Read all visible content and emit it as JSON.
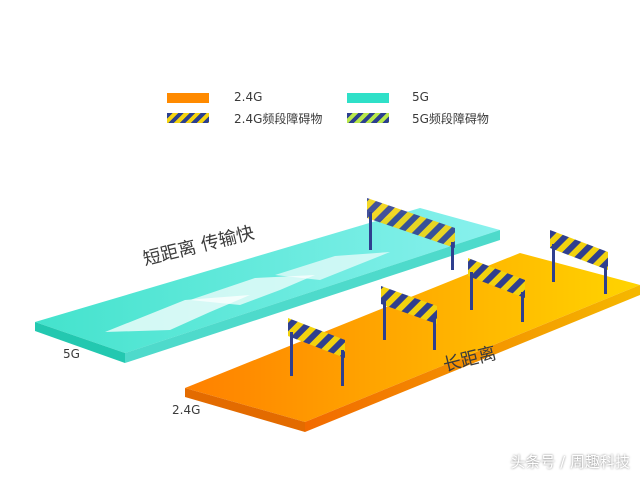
{
  "legend": {
    "items": [
      {
        "label": "2.4G",
        "color": "#ff8a00",
        "kind": "solid"
      },
      {
        "label": "5G",
        "color": "#2fe0c8",
        "kind": "solid"
      },
      {
        "label": "2.4G频段障碍物",
        "kind": "stripe-blue-yellow"
      },
      {
        "label": "5G频段障碍物",
        "kind": "stripe-blue-green"
      }
    ]
  },
  "lanes": {
    "fiveg": {
      "label": "5G",
      "caption": "短距离  传输快",
      "color": "#3fe0d0"
    },
    "twofourg": {
      "label": "2.4G",
      "caption": "长距离",
      "color": "#ffa500"
    }
  },
  "watermark": "头条号 / 周趣科技"
}
